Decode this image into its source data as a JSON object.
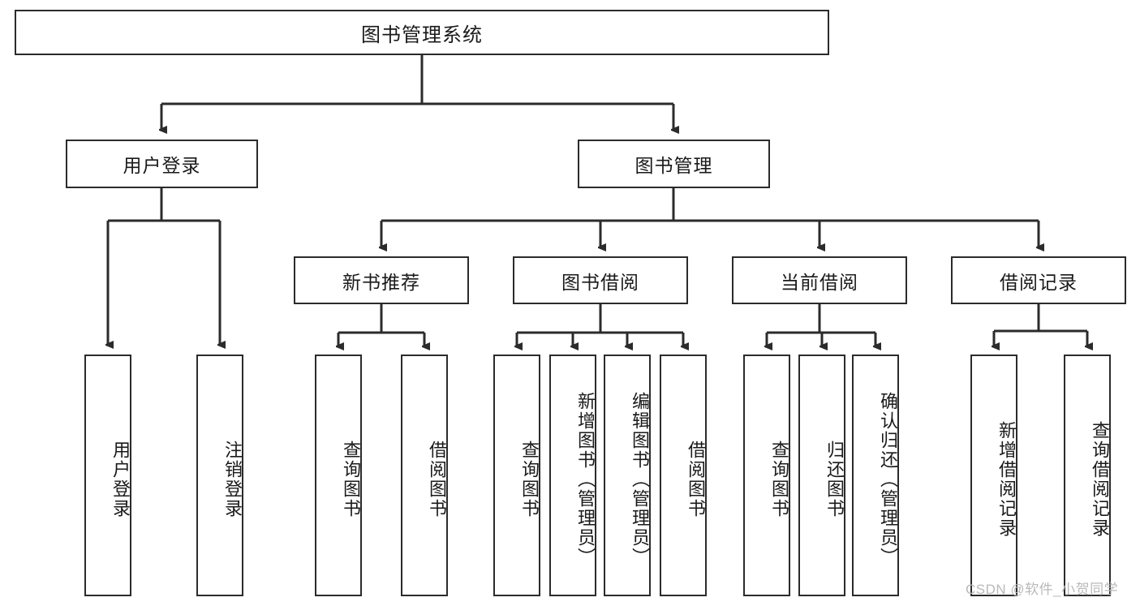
{
  "diagram": {
    "type": "tree-hierarchy-chart",
    "title_node": "图书管理系统",
    "level2": [
      {
        "id": "user-login",
        "label": "用户登录"
      },
      {
        "id": "book-management",
        "label": "图书管理"
      }
    ],
    "level3": [
      {
        "id": "new-book-recommend",
        "label": "新书推荐"
      },
      {
        "id": "book-borrow",
        "label": "图书借阅"
      },
      {
        "id": "current-borrow",
        "label": "当前借阅"
      },
      {
        "id": "borrow-record",
        "label": "借阅记录"
      }
    ],
    "leaves": {
      "user_login": [
        {
          "id": "leaf-user-login",
          "label": "用户登录"
        },
        {
          "id": "leaf-logout-login",
          "label": "注销登录"
        }
      ],
      "new_book_recommend": [
        {
          "id": "leaf-query-book-1",
          "label": "查询图书"
        },
        {
          "id": "leaf-borrow-book-1",
          "label": "借阅图书"
        }
      ],
      "book_borrow": [
        {
          "id": "leaf-query-book-2",
          "label": "查询图书"
        },
        {
          "id": "leaf-add-book",
          "label": "新增图书（管理员）"
        },
        {
          "id": "leaf-edit-book",
          "label": "编辑图书（管理员）"
        },
        {
          "id": "leaf-borrow-book-2",
          "label": "借阅图书"
        }
      ],
      "current_borrow": [
        {
          "id": "leaf-query-book-3",
          "label": "查询图书"
        },
        {
          "id": "leaf-return-book",
          "label": "归还图书"
        },
        {
          "id": "leaf-confirm-return",
          "label": "确认归还（管理员）"
        }
      ],
      "borrow_record": [
        {
          "id": "leaf-add-borrow-record",
          "label": "新增借阅记录"
        },
        {
          "id": "leaf-query-borrow-record",
          "label": "查询借阅记录"
        }
      ]
    },
    "colors": {
      "stroke": "#2b2b2b",
      "fill": "#ffffff",
      "text": "#1a1a1a",
      "watermark": "#b9b9b9"
    }
  },
  "watermark": {
    "text": "CSDN @软件_小贺同学"
  }
}
